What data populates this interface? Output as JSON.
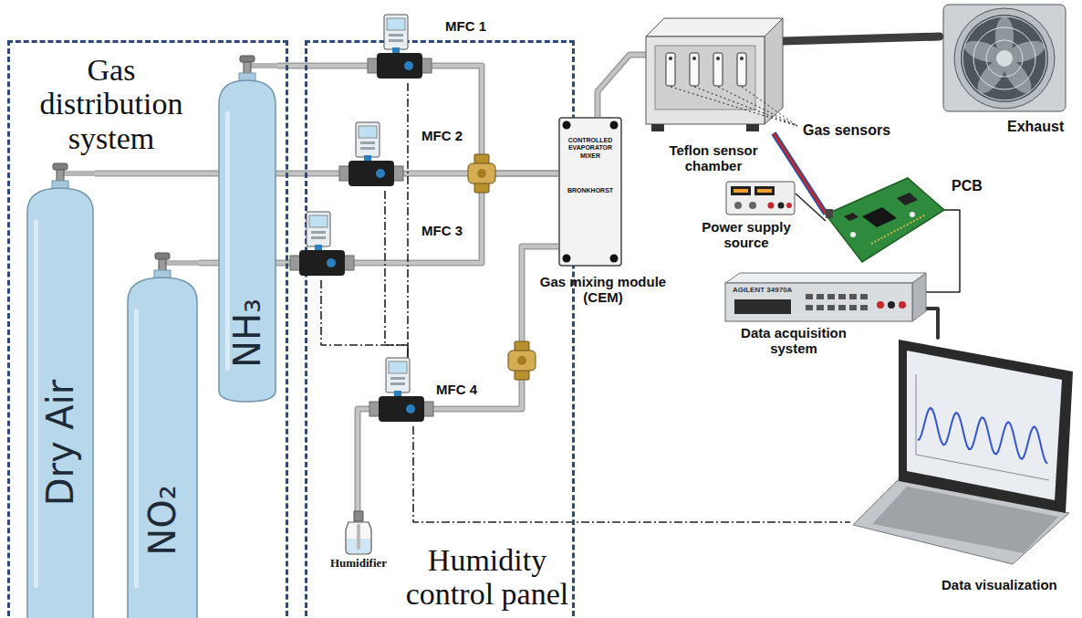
{
  "diagram": {
    "nodes": [
      {
        "text": [
          "Gas distribution system"
        ]
      },
      {
        "text": [
          "Dry Air"
        ],
        "in": 0
      },
      {
        "text": [
          "NO₂"
        ],
        "in": 0
      },
      {
        "text": [
          "NH₃"
        ],
        "in": 0
      },
      {
        "text": [
          "Humidity control panel"
        ]
      },
      {
        "text": [
          "MFC 1"
        ],
        "in": 4
      },
      {
        "text": [
          "MFC 2"
        ],
        "in": 4
      },
      {
        "text": [
          "MFC 3"
        ],
        "in": 4
      },
      {
        "text": [
          "MFC 4"
        ],
        "in": 4
      },
      {
        "text": [
          "Humidifier"
        ],
        "in": 4
      },
      {
        "text": [
          "CONTROLLED EVAPORATOR MIXER",
          "BRONKHORST",
          "Gas mixing module (CEM)"
        ]
      },
      {
        "text": [
          "Teflon sensor chamber"
        ]
      },
      {
        "text": [
          "Exhaust"
        ]
      },
      {
        "text": [
          "Power supply source"
        ]
      },
      {
        "text": [
          "PCB"
        ]
      },
      {
        "text": [
          "AGILENT 34970A",
          "Data acquisition system"
        ]
      },
      {
        "text": [
          "Data visualization"
        ]
      }
    ],
    "edges": [
      {
        "from": 3,
        "to": 5,
        "arrow": "none"
      },
      {
        "from": 1,
        "to": 6,
        "arrow": "none"
      },
      {
        "from": 2,
        "to": 7,
        "arrow": "none"
      },
      {
        "from": 9,
        "to": 8,
        "arrow": "none"
      },
      {
        "from": 5,
        "to": 10,
        "arrow": "none"
      },
      {
        "from": 6,
        "to": 10,
        "arrow": "none"
      },
      {
        "from": 7,
        "to": 10,
        "arrow": "none"
      },
      {
        "from": 8,
        "to": 10,
        "arrow": "none"
      },
      {
        "from": 5,
        "to": 8,
        "arrow": "none"
      },
      {
        "from": 6,
        "to": 8,
        "arrow": "none"
      },
      {
        "from": 7,
        "to": 8,
        "arrow": "none"
      },
      {
        "from": 8,
        "to": 16,
        "arrow": "none"
      },
      {
        "from": 10,
        "to": 11,
        "arrow": "none"
      },
      {
        "from": 11,
        "to": 12,
        "arrow": "none"
      },
      {
        "from": 11,
        "to": 14,
        "arrow": "none"
      },
      {
        "from": 13,
        "to": 14,
        "arrow": "none"
      },
      {
        "from": 14,
        "to": 15,
        "arrow": "none"
      },
      {
        "from": 15,
        "to": 16,
        "arrow": "none"
      }
    ],
    "labels": [
      "Gas sensors"
    ]
  }
}
